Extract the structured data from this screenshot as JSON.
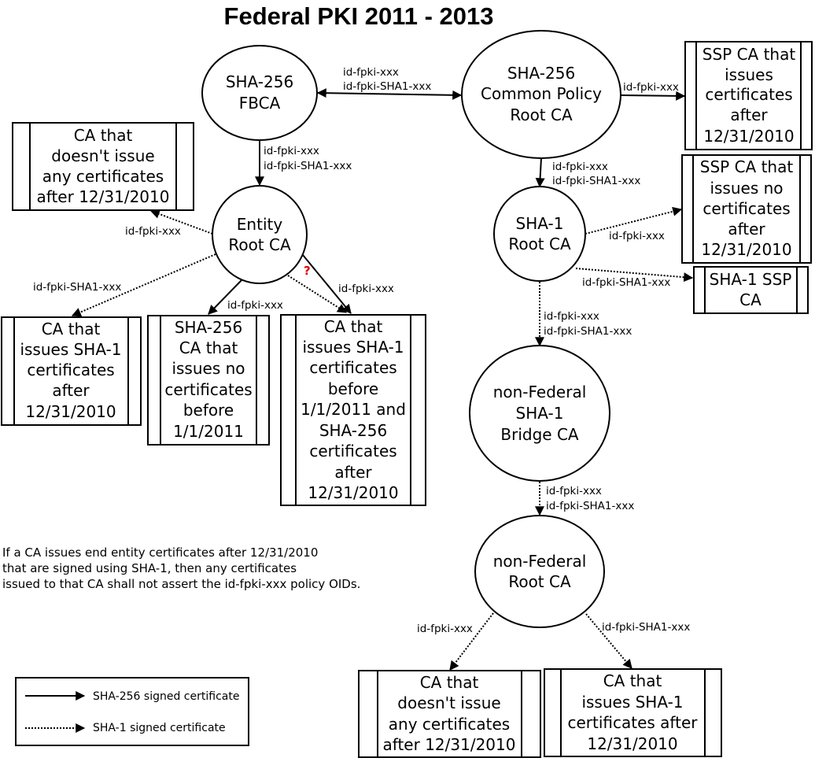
{
  "title": "Federal PKI 2011 - 2013",
  "question_mark": "?",
  "nodes": {
    "sha256_fbca": [
      "SHA-256",
      "FBCA"
    ],
    "common_policy": [
      "SHA-256",
      "Common Policy",
      "Root CA"
    ],
    "ssp_after": [
      "SSP CA that",
      "issues",
      "certificates",
      "after",
      "12/31/2010"
    ],
    "entity_root": [
      "Entity",
      "Root CA"
    ],
    "ca_no_issue_top": [
      "CA that",
      "doesn't issue",
      "any certificates",
      "after 12/31/2010"
    ],
    "sha1_root": [
      "SHA-1",
      "Root CA"
    ],
    "ssp_no_after": [
      "SSP CA that",
      "issues no",
      "certificates",
      "after",
      "12/31/2010"
    ],
    "sha1_ssp": [
      "SHA-1 SSP",
      "CA"
    ],
    "ca_sha1_after_left": [
      "CA that",
      "issues SHA-1",
      "certificates",
      "after",
      "12/31/2010"
    ],
    "sha256_no_before": [
      "SHA-256",
      "CA that",
      "issues no",
      "certificates",
      "before",
      "1/1/2011"
    ],
    "ca_mixed": [
      "CA that",
      "issues SHA-1",
      "certificates",
      "before",
      "1/1/2011 and",
      "SHA-256",
      "certificates",
      "after",
      "12/31/2010"
    ],
    "nonfed_bridge": [
      "non-Federal",
      "SHA-1",
      "Bridge CA"
    ],
    "nonfed_root": [
      "non-Federal",
      "Root CA"
    ],
    "ca_no_issue_bottom": [
      "CA that",
      "doesn't issue",
      "any certificates",
      "after 12/31/2010"
    ],
    "ca_sha1_after_bottom": [
      "CA that",
      "issues SHA-1",
      "certificates after",
      "12/31/2010"
    ]
  },
  "edge_labels": {
    "fbca_common": [
      "id-fpki-xxx",
      "id-fpki-SHA1-xxx"
    ],
    "common_ssp": "id-fpki-xxx",
    "fbca_entity": [
      "id-fpki-xxx",
      "id-fpki-SHA1-xxx"
    ],
    "common_sha1root": [
      "id-fpki-xxx",
      "id-fpki-SHA1-xxx"
    ],
    "entity_canoissue": "id-fpki-xxx",
    "sha1root_sspno": "id-fpki-xxx",
    "sha1root_sha1ssp": "id-fpki-SHA1-xxx",
    "entity_sha1after": "id-fpki-SHA1-xxx",
    "entity_sha256": "id-fpki-xxx",
    "entity_mixed": "id-fpki-xxx",
    "sha1root_bridge": [
      "id-fpki-xxx",
      "id-fpki-SHA1-xxx"
    ],
    "bridge_nonfedroot": [
      "id-fpki-xxx",
      "id-fpki-SHA1-xxx"
    ],
    "nonfedroot_left": "id-fpki-xxx",
    "nonfedroot_right": "id-fpki-SHA1-xxx"
  },
  "note": [
    "If a CA issues end entity certificates after 12/31/2010",
    "that are signed using SHA-1, then any certificates",
    "issued to that CA shall not assert the id-fpki-xxx policy OIDs."
  ],
  "legend": {
    "solid": "SHA-256 signed certificate",
    "dotted": "SHA-1 signed certificate"
  }
}
